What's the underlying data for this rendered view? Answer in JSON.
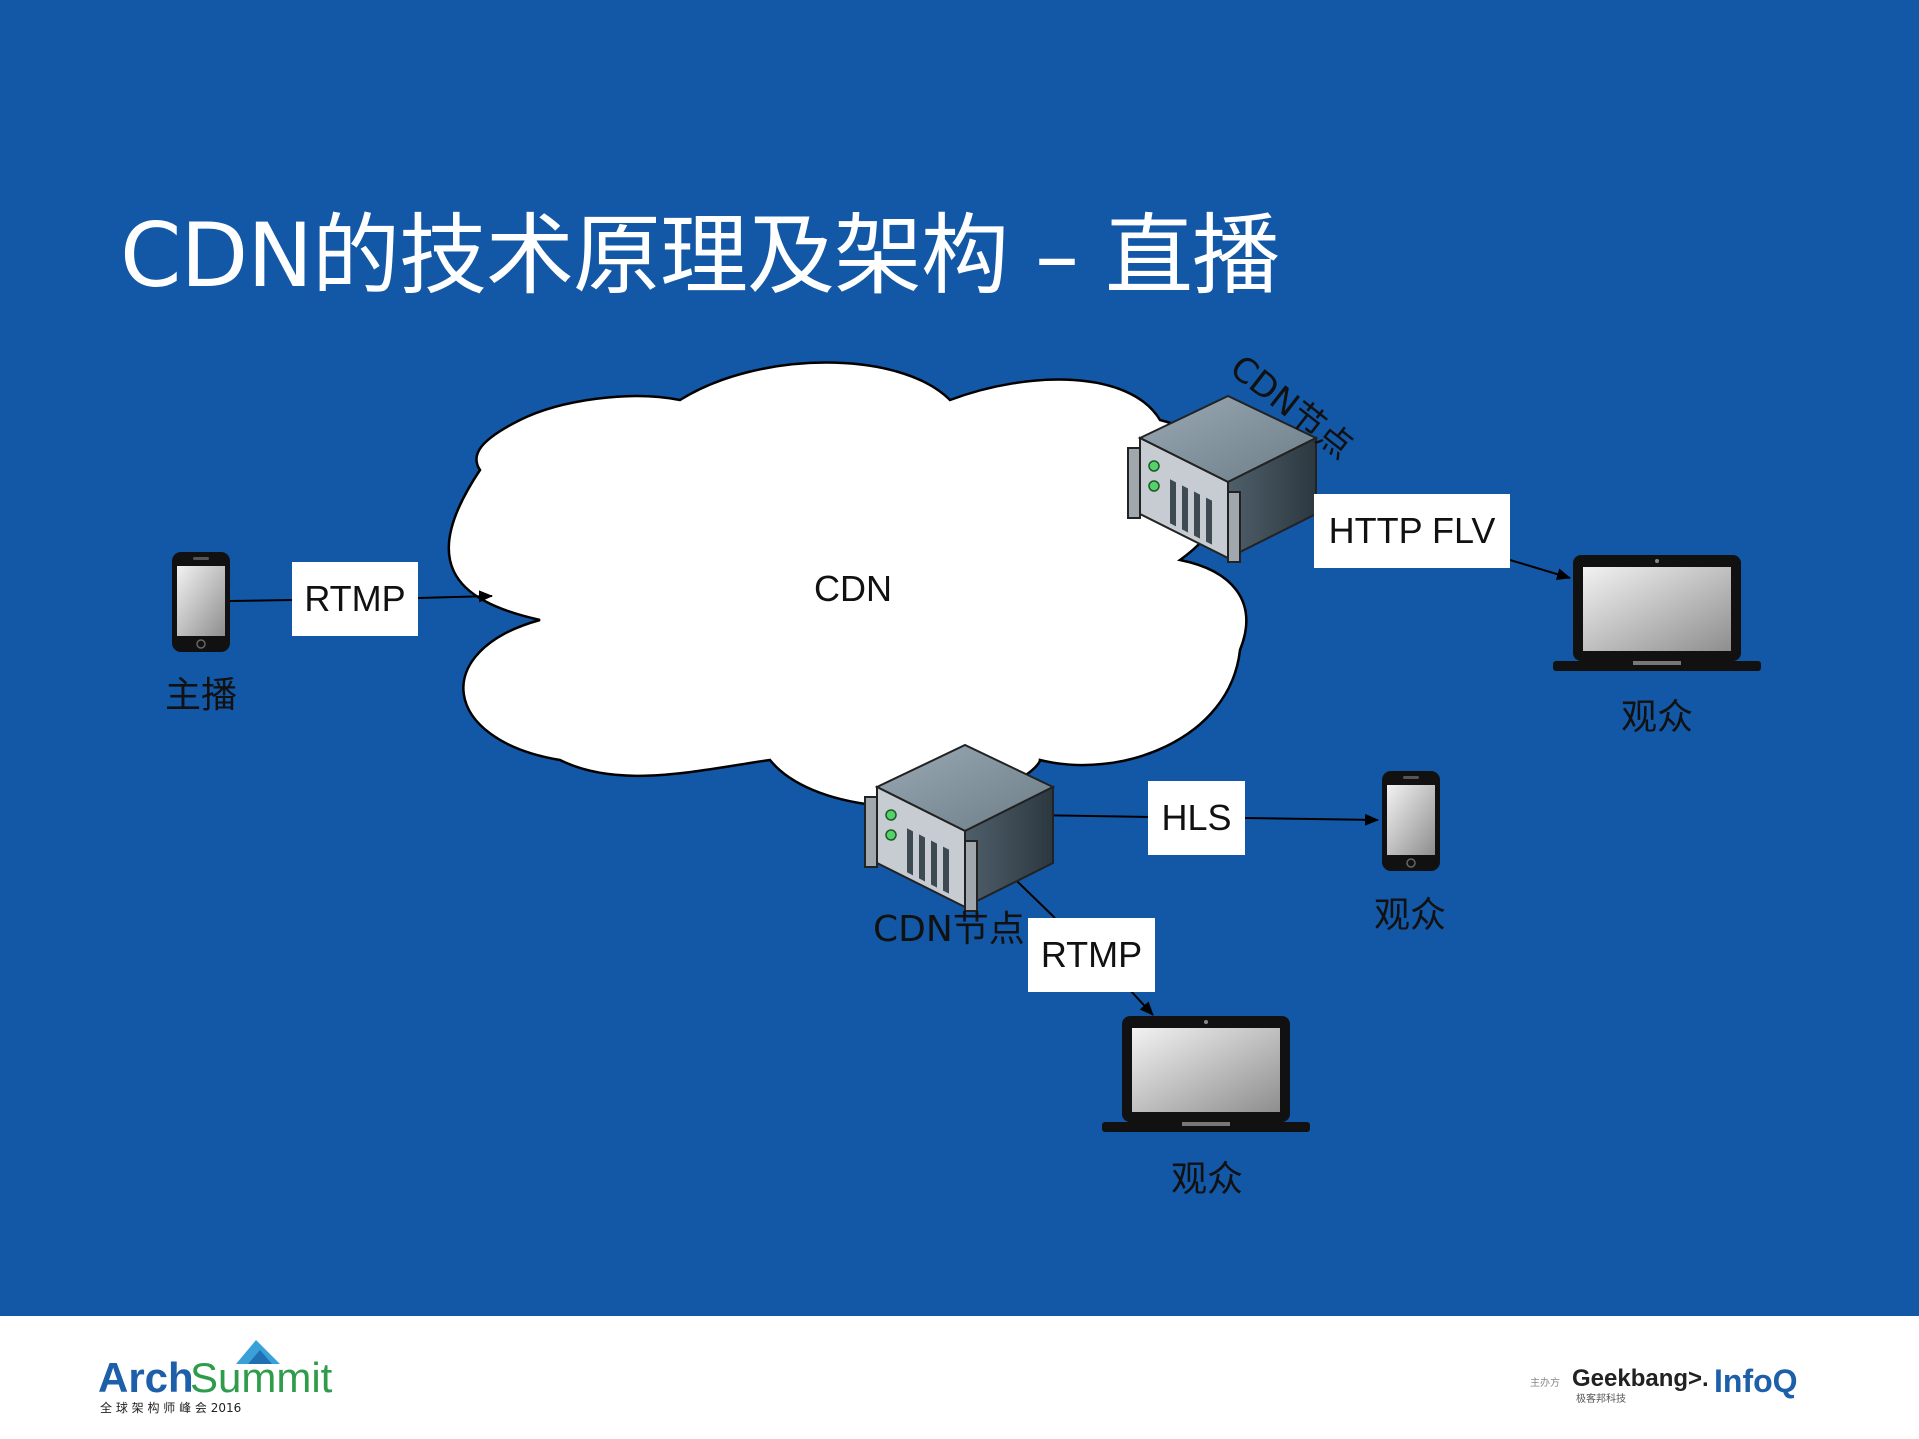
{
  "slide": {
    "title": "CDN的技术原理及架构 – 直播",
    "colors": {
      "background": "#1358a6",
      "footer": "#ffffff",
      "accent_green": "#2e9c4a"
    }
  },
  "diagram": {
    "cloud_label": "CDN",
    "broadcaster_label": "主播",
    "node_top_label": "CDN节点",
    "node_bottom_label": "CDN节点",
    "edge_rtmp_in": "RTMP",
    "edge_http_flv": "HTTP FLV",
    "edge_hls": "HLS",
    "edge_rtmp_out": "RTMP",
    "viewer_top_right": "观众",
    "viewer_phone": "观众",
    "viewer_bottom": "观众",
    "icons": [
      "smartphone-icon",
      "server-icon",
      "laptop-icon"
    ]
  },
  "footer": {
    "left_logo_text": "ArchSummit",
    "left_logo_sub": "全 球 架 构 师 峰 会 2016",
    "organizer_small": "主办方",
    "geekbang": "Geekbang>.",
    "geekbang_sub": "极客邦科技",
    "infoq": "InfoQ"
  }
}
